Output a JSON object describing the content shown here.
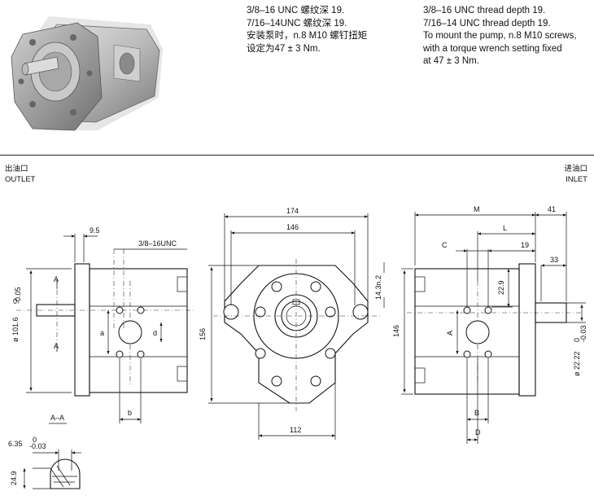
{
  "notes_cn": [
    "3/8–16 UNC 螺纹深 19.",
    "7/16–14UNC 螺纹深 19.",
    "安装泵时，n.8 M10 螺钉扭矩",
    "设定为47 ± 3 Nm."
  ],
  "notes_en": [
    "3/8–16 UNC thread depth 19.",
    "7/16–14 UNC thread depth 19.",
    "To mount the pump, n.8 M10 screws,",
    " with a torque wrench setting fixed",
    " at 47 ± 3 Nm."
  ],
  "ports": {
    "outlet_cn": "出油口",
    "outlet_en": "OUTLET",
    "inlet_cn": "进油口",
    "inlet_en": "INLET"
  },
  "left_view": {
    "dim_9_5": "9.5",
    "thread_label": "3/8–16UNC",
    "diameter_label": "ø 101.6",
    "diameter_tol": "0",
    "diameter_tol2": "-0.05",
    "section_mark": "A",
    "dim_a": "a",
    "dim_d": "d",
    "dim_b": "b"
  },
  "section": {
    "title": "A–A",
    "key_width": "6.35",
    "key_tol_top": "0",
    "key_tol_bottom": "-0.03",
    "key_height": "24.9"
  },
  "front_view": {
    "dim_174": "174",
    "dim_146": "146",
    "dim_156": "156",
    "dim_112": "112",
    "dim_14_3": "14.3n.2"
  },
  "right_view": {
    "dim_M": "M",
    "dim_41": "41",
    "dim_L": "L",
    "dim_C": "C",
    "dim_19": "19",
    "dim_33": "33",
    "dim_22_9": "22.9",
    "dim_146": "146",
    "dim_A": "A",
    "dim_B": "B",
    "dim_D": "D",
    "shaft_dia": "ø 22.22",
    "shaft_tol": "0",
    "shaft_tol2": "-0.03"
  }
}
